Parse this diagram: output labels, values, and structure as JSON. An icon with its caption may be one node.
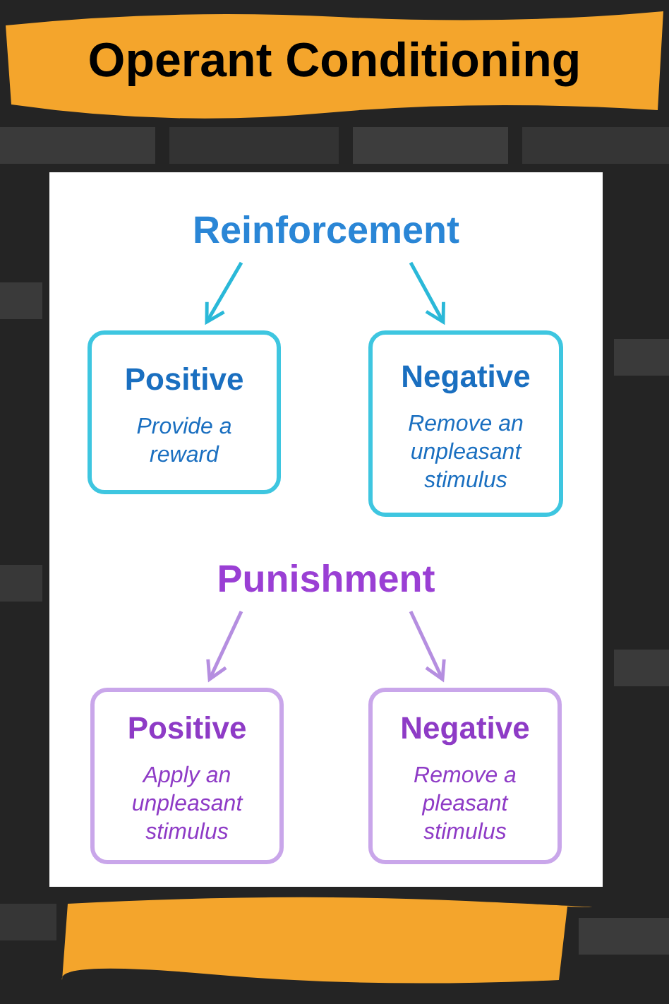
{
  "diagram": {
    "title": "Operant Conditioning",
    "nodes": [
      {
        "text": [
          "Reinforcement"
        ]
      },
      {
        "text": [
          "Positive",
          "Provide a reward"
        ]
      },
      {
        "text": [
          "Negative",
          "Remove an unpleasant stimulus"
        ]
      },
      {
        "text": [
          "Punishment"
        ]
      },
      {
        "text": [
          "Positive",
          "Apply an unpleasant stimulus"
        ]
      },
      {
        "text": [
          "Negative",
          "Remove a pleasant stimulus"
        ]
      }
    ],
    "edges": [
      {
        "from": 0,
        "to": 1,
        "arrow": "to",
        "color": "#2ab8d8"
      },
      {
        "from": 0,
        "to": 2,
        "arrow": "to",
        "color": "#2ab8d8"
      },
      {
        "from": 3,
        "to": 4,
        "arrow": "to",
        "color": "#b58ee0"
      },
      {
        "from": 3,
        "to": 5,
        "arrow": "to",
        "color": "#b58ee0"
      }
    ]
  }
}
